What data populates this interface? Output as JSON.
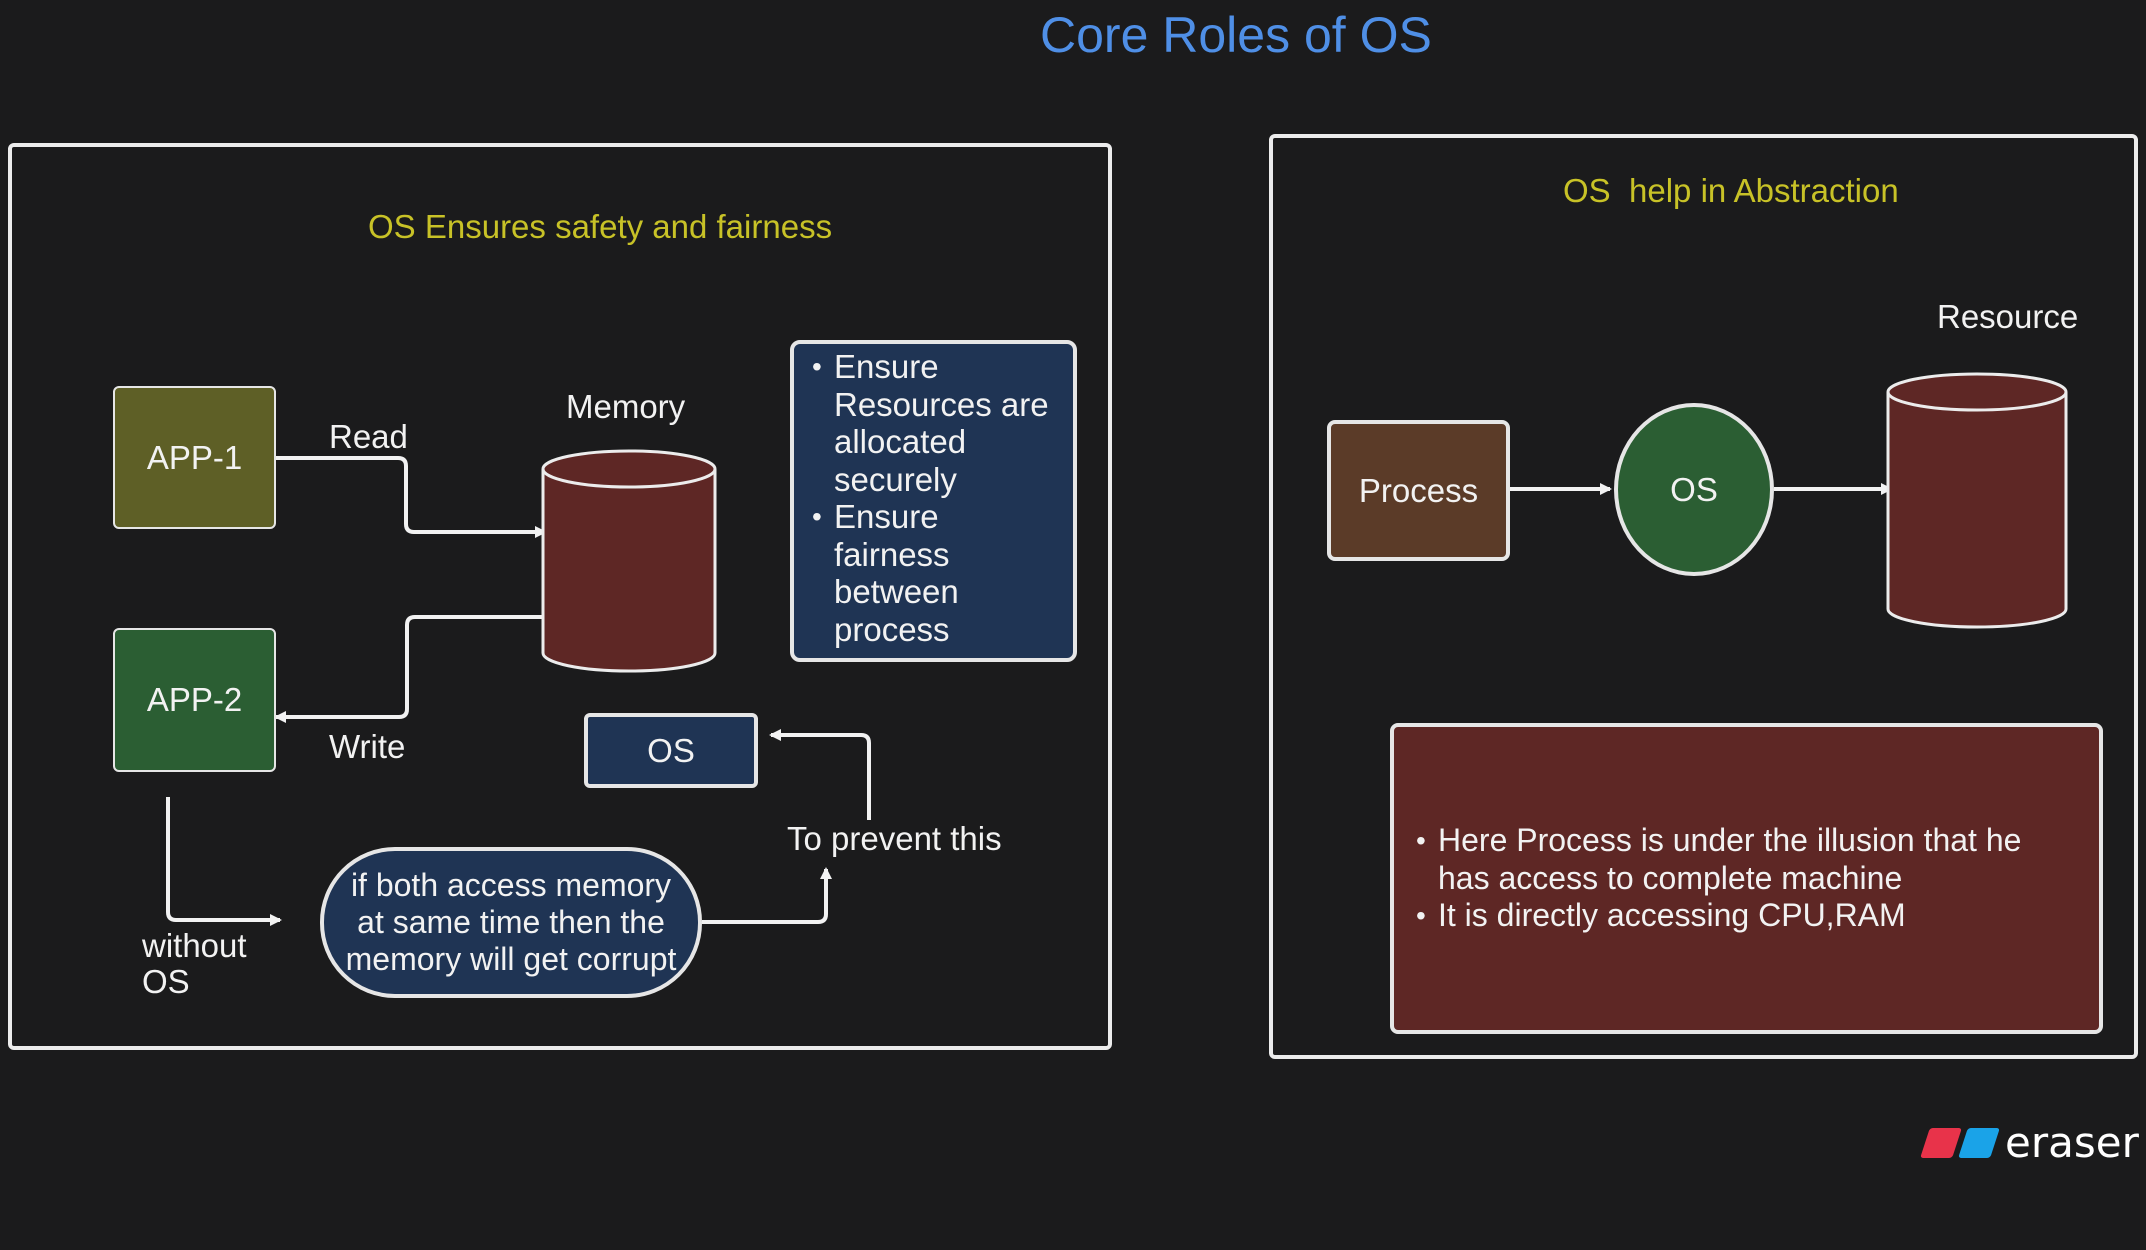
{
  "title": "Core Roles of OS",
  "left_frame": {
    "title": "OS Ensures safety and fairness",
    "app1": "APP-1",
    "app2": "APP-2",
    "memory_label": "Memory",
    "read_label": "Read",
    "write_label": "Write",
    "os_label": "OS",
    "without_os_label": [
      "without",
      "OS"
    ],
    "prevent_label": "To prevent this",
    "corrupt_note": [
      "if both access memory",
      "at same time then the",
      "memory will get corrupt"
    ],
    "bullets": [
      [
        "Ensure",
        "Resources are",
        "allocated",
        "securely"
      ],
      [
        "Ensure",
        "fairness",
        "between",
        "process"
      ]
    ]
  },
  "right_frame": {
    "title": "OS  help in Abstraction",
    "process_label": "Process",
    "os_label": "OS",
    "resource_label": "Resource",
    "bullets": [
      [
        "Here Process is under the illusion that he",
        "has access to complete machine"
      ],
      [
        "It is directly accessing CPU,RAM"
      ]
    ]
  },
  "logo": {
    "text": "eraser",
    "icon": "eraser-logo-icon",
    "colors": [
      "#e8334a",
      "#1aa3e8"
    ]
  },
  "colors": {
    "background": "#1b1b1c",
    "title": "#4f8fe6",
    "frame_title": "#c8c227",
    "app1": "#5e5f26",
    "app2": "#2b5e33",
    "memory": "#5e2725",
    "note_blue": "#1f3454",
    "process": "#5b3b28",
    "os_circle": "#2b5e33",
    "note_red": "#5e2725"
  }
}
